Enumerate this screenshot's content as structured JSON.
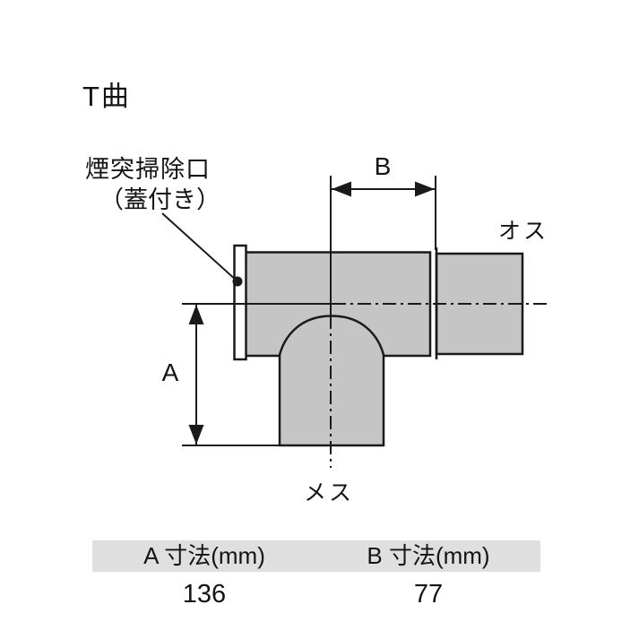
{
  "title": "T曲",
  "diagram": {
    "callout": {
      "line1": "煙突掃除口",
      "line2": "（蓋付き）"
    },
    "labels": {
      "dim_a": "A",
      "dim_b": "B",
      "male": "オス",
      "female": "メス"
    }
  },
  "table": {
    "headers": [
      "A 寸法(mm)",
      "B 寸法(mm)"
    ],
    "values": [
      "136",
      "77"
    ]
  },
  "colors": {
    "line": "#1a1a1a",
    "pipe_fill": "#c5c5c5",
    "cap_fill": "#ffffff",
    "table_header_bg": "#dfdfdf",
    "background": "#ffffff"
  }
}
